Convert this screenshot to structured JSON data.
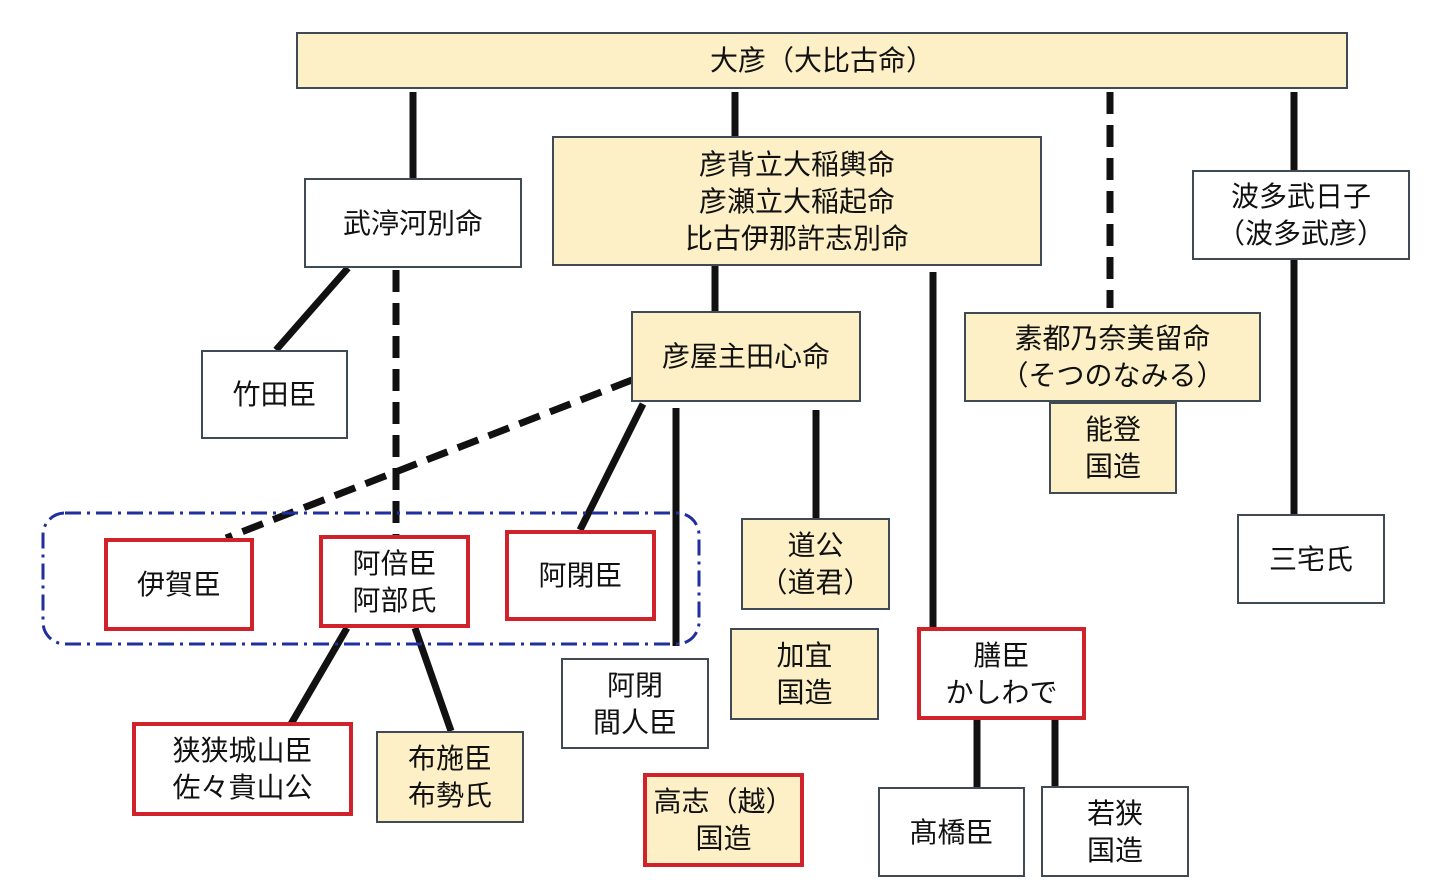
{
  "nodes": {
    "root": {
      "lines": [
        "大彦（大比古命）"
      ]
    },
    "takenuna": {
      "lines": [
        "武渟河別命"
      ]
    },
    "hikose": {
      "lines": [
        "彦背立大稲輿命",
        "彦瀬立大稲起命",
        "比古伊那許志別命"
      ]
    },
    "hatatake": {
      "lines": [
        "波多武日子",
        "（波多武彦）"
      ]
    },
    "takeda": {
      "lines": [
        "竹田臣"
      ]
    },
    "hikoya": {
      "lines": [
        "彦屋主田心命"
      ]
    },
    "sotsu": {
      "lines": [
        "素都乃奈美留命",
        "（そつのなみる）"
      ]
    },
    "noto": {
      "lines": [
        "能登",
        "国造"
      ]
    },
    "miyake": {
      "lines": [
        "三宅氏"
      ]
    },
    "iga": {
      "lines": [
        "伊賀臣"
      ]
    },
    "abe": {
      "lines": [
        "阿倍臣",
        "阿部氏"
      ]
    },
    "ahe": {
      "lines": [
        "阿閉臣"
      ]
    },
    "michi": {
      "lines": [
        "道公",
        "（道君）"
      ]
    },
    "kaga": {
      "lines": [
        "加宜",
        "国造"
      ]
    },
    "kashiwa": {
      "lines": [
        "膳臣",
        "かしわで"
      ]
    },
    "ahehito": {
      "lines": [
        "阿閉",
        "間人臣"
      ]
    },
    "sasa": {
      "lines": [
        "狭狭城山臣",
        "佐々貴山公"
      ]
    },
    "fuse": {
      "lines": [
        "布施臣",
        "布勢氏"
      ]
    },
    "koshi": {
      "lines": [
        "高志（越）",
        "国造"
      ]
    },
    "takahashi": {
      "lines": [
        "髙橋臣"
      ]
    },
    "wakasa": {
      "lines": [
        "若狭",
        "国造"
      ]
    }
  },
  "colors": {
    "cream": "#fdf0c6",
    "highlight_border": "#d0222a",
    "group_outline": "#1f2f9e",
    "connector": "#111111"
  }
}
